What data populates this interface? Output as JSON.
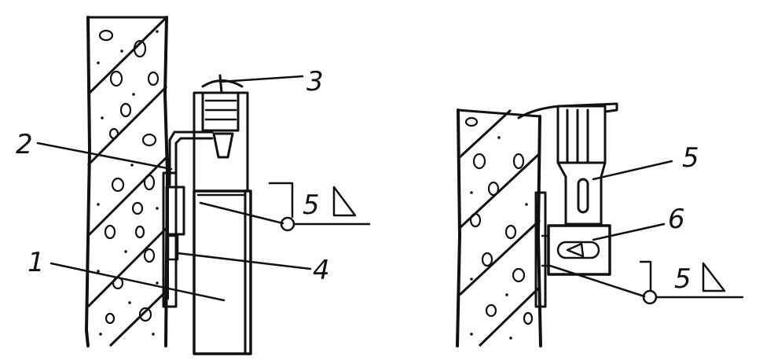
{
  "callouts": {
    "c1": "1",
    "c2": "2",
    "c3": "3",
    "c4": "4",
    "c5": "5",
    "c6": "6"
  },
  "weld_symbols": {
    "left": "5",
    "right": "5"
  },
  "colors": {
    "ink": "#111111",
    "paper": "#ffffff"
  }
}
